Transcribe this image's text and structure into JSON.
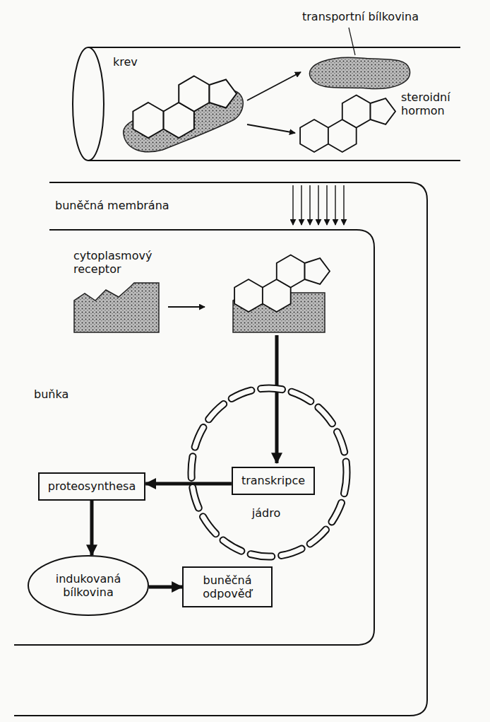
{
  "diagram": {
    "nodes": [
      {
        "text": [
          "jádro"
        ]
      },
      {
        "text": [
          "transkripce"
        ],
        "in": 0
      },
      {
        "text": [
          "proteosynthesa"
        ]
      },
      {
        "text": [
          "indukovaná bílkovina"
        ]
      },
      {
        "text": [
          "buněčná odpověď"
        ]
      }
    ],
    "edges": [
      {
        "from": 1,
        "to": 2,
        "arrow": "to"
      },
      {
        "from": 2,
        "to": 3,
        "arrow": "to"
      },
      {
        "from": 3,
        "to": 4,
        "arrow": "to"
      }
    ],
    "labels": [
      "krev",
      "transportní bílkovina",
      "steroidní hormon",
      "buněčná membrána",
      "cytoplasmový receptor",
      "buňka"
    ]
  }
}
